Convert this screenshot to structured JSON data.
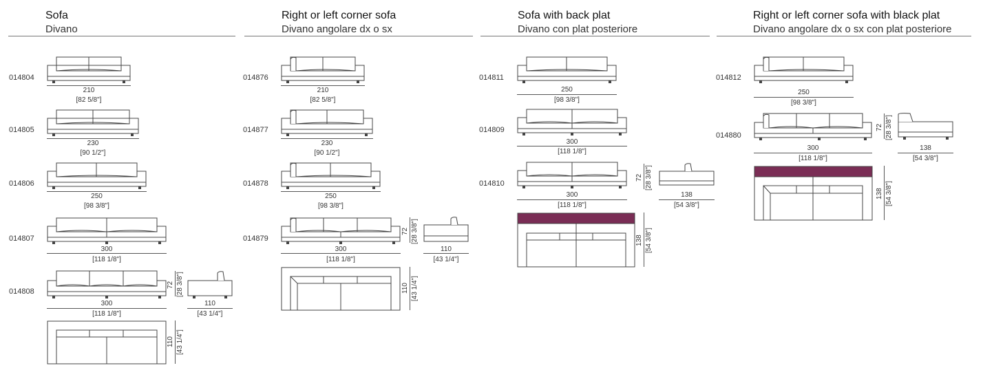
{
  "columns": [
    {
      "title": "Sofa",
      "subtitle": "Divano"
    },
    {
      "title": "Right or left corner sofa",
      "subtitle": "Divano angolare dx o sx"
    },
    {
      "title": "Sofa with back plat",
      "subtitle": "Divano con plat posteriore"
    },
    {
      "title": "Right or left corner sofa with black plat",
      "subtitle": "Divano angolare dx o sx con plat posteriore"
    }
  ],
  "col1": {
    "r1": {
      "code": "014804",
      "w": "210",
      "wi": "[82 5/8\"]"
    },
    "r2": {
      "code": "014805",
      "w": "230",
      "wi": "[90 1/2\"]"
    },
    "r3": {
      "code": "014806",
      "w": "250",
      "wi": "[98 3/8\"]"
    },
    "r4": {
      "code": "014807",
      "w": "300",
      "wi": "[118 1/8\"]"
    },
    "r5": {
      "code": "014808",
      "w": "300",
      "wi": "[118 1/8\"]",
      "h": "72",
      "hi": "[28 3/8\"]",
      "sw": "110",
      "swi": "[43 1/4\"]",
      "d": "110",
      "di": "[43 1/4\"]"
    }
  },
  "col2": {
    "r1": {
      "code": "014876",
      "w": "210",
      "wi": "[82 5/8\"]"
    },
    "r2": {
      "code": "014877",
      "w": "230",
      "wi": "[90 1/2\"]"
    },
    "r3": {
      "code": "014878",
      "w": "250",
      "wi": "[98 3/8\"]"
    },
    "r4": {
      "code": "014879",
      "w": "300",
      "wi": "[118 1/8\"]",
      "h": "72",
      "hi": "[28 3/8\"]",
      "sw": "110",
      "swi": "[43 1/4\"]",
      "d": "110",
      "di": "[43 1/4\"]"
    }
  },
  "col3": {
    "r1": {
      "code": "014811",
      "w": "250",
      "wi": "[98 3/8\"]"
    },
    "r2": {
      "code": "014809",
      "w": "300",
      "wi": "[118 1/8\"]"
    },
    "r3": {
      "code": "014810",
      "w": "300",
      "wi": "[118 1/8\"]",
      "h": "72",
      "hi": "[28 3/8\"]",
      "sw": "138",
      "swi": "[54 3/8\"]",
      "d": "138",
      "di": "[54 3/8\"]"
    }
  },
  "col4": {
    "r1": {
      "code": "014812",
      "w": "250",
      "wi": "[98 3/8\"]"
    },
    "r2": {
      "code": "014880",
      "w": "300",
      "wi": "[118 1/8\"]",
      "h": "72",
      "hi": "[28 3/8\"]",
      "sw": "138",
      "swi": "[54 3/8\"]",
      "d": "138",
      "di": "[54 3/8\"]"
    }
  },
  "colors": {
    "line": "#444444",
    "plat": "#7a2d55"
  }
}
